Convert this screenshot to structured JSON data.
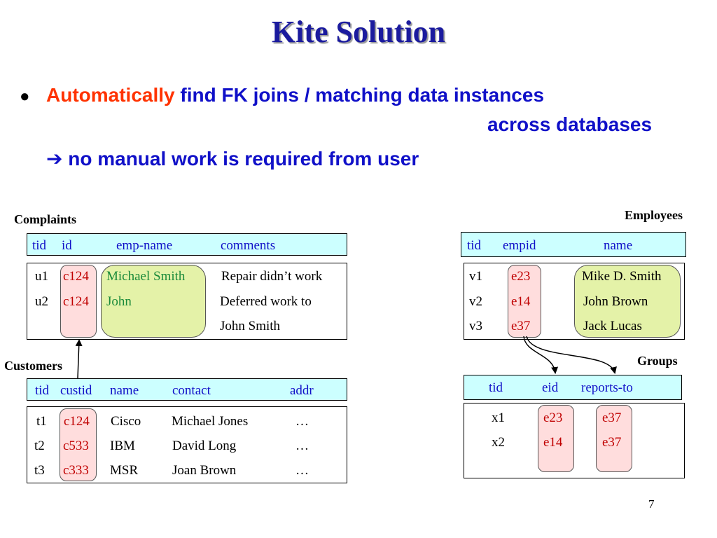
{
  "slide": {
    "title": "Kite Solution",
    "page_number": "7",
    "bullet": {
      "marker": "●",
      "emphasis": "Automatically",
      "line1_rest": "find FK joins / matching data instances",
      "line2": "across databases",
      "arrow_glyph": "➔",
      "line3": "no manual work is required from user"
    }
  },
  "complaints": {
    "label": "Complaints",
    "headers": [
      "tid",
      "id",
      "emp-name",
      "comments"
    ],
    "rows": [
      {
        "tid": "u1",
        "id": "c124",
        "emp_name": "Michael Smith",
        "comments": "Repair didn’t work"
      },
      {
        "tid": "u2",
        "id": "c124",
        "emp_name": "John",
        "comments": "Deferred work to",
        "comments2": "John Smith"
      }
    ]
  },
  "customers": {
    "label": "Customers",
    "headers": [
      "tid",
      "custid",
      "name",
      "contact",
      "addr"
    ],
    "rows": [
      {
        "tid": "t1",
        "custid": "c124",
        "name": "Cisco",
        "contact": "Michael Jones",
        "addr": "…"
      },
      {
        "tid": "t2",
        "custid": "c533",
        "name": "IBM",
        "contact": "David Long",
        "addr": "…"
      },
      {
        "tid": "t3",
        "custid": "c333",
        "name": "MSR",
        "contact": "Joan Brown",
        "addr": "…"
      }
    ]
  },
  "employees": {
    "label": "Employees",
    "headers": [
      "tid",
      "empid",
      "name"
    ],
    "rows": [
      {
        "tid": "v1",
        "empid": "e23",
        "name": "Mike D. Smith"
      },
      {
        "tid": "v2",
        "empid": "e14",
        "name": "John Brown"
      },
      {
        "tid": "v3",
        "empid": "e37",
        "name": "Jack Lucas"
      }
    ]
  },
  "groups": {
    "label": "Groups",
    "headers": [
      "tid",
      "eid",
      "reports-to"
    ],
    "rows": [
      {
        "tid": "x1",
        "eid": "e23",
        "reports_to": "e37"
      },
      {
        "tid": "x2",
        "eid": "e14",
        "reports_to": "e37"
      }
    ]
  }
}
